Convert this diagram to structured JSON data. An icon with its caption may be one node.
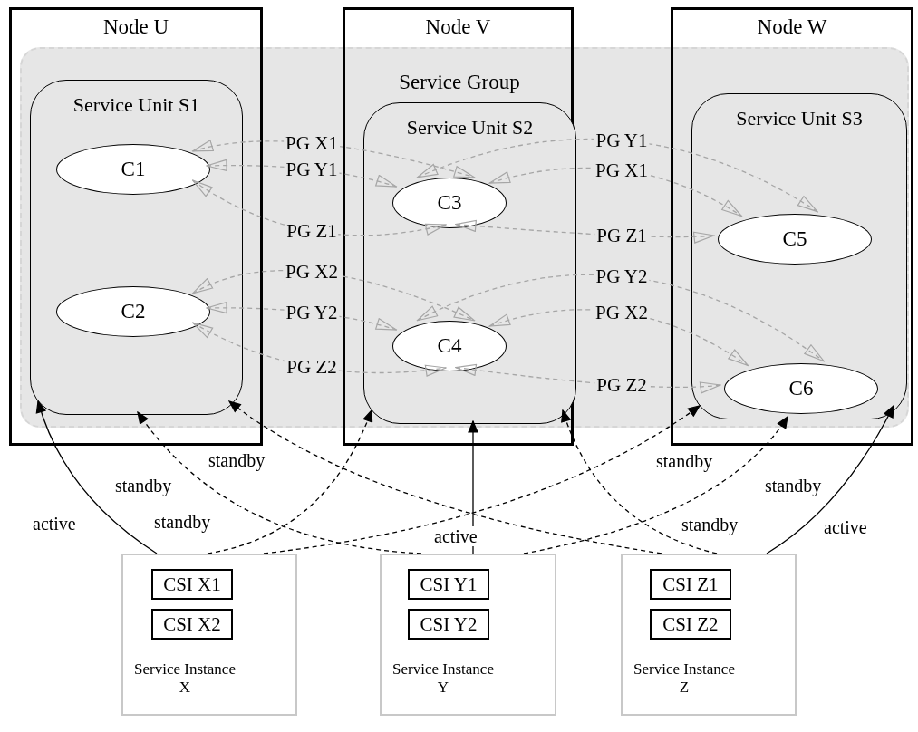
{
  "diagram": {
    "nodes": [
      {
        "text": [
          "Node U"
        ]
      },
      {
        "text": [
          "Node V"
        ]
      },
      {
        "text": [
          "Node W"
        ]
      },
      {
        "text": [
          "Service Unit S1"
        ],
        "in": 0
      },
      {
        "text": [
          "Service Unit S2"
        ],
        "in": 1
      },
      {
        "text": [
          "Service Unit S3"
        ],
        "in": 2
      },
      {
        "text": [
          "C1"
        ],
        "in": 3
      },
      {
        "text": [
          "C2"
        ],
        "in": 3
      },
      {
        "text": [
          "C3"
        ],
        "in": 4
      },
      {
        "text": [
          "C4"
        ],
        "in": 4
      },
      {
        "text": [
          "C5"
        ],
        "in": 5
      },
      {
        "text": [
          "C6"
        ],
        "in": 5
      },
      {
        "text": [
          "Service Instance X"
        ]
      },
      {
        "text": [
          "CSI X1"
        ],
        "in": 12
      },
      {
        "text": [
          "CSI X2"
        ],
        "in": 12
      },
      {
        "text": [
          "Service Instance Y"
        ]
      },
      {
        "text": [
          "CSI Y1"
        ],
        "in": 15
      },
      {
        "text": [
          "CSI Y2"
        ],
        "in": 15
      },
      {
        "text": [
          "Service Instance Z"
        ]
      },
      {
        "text": [
          "CSI Z1"
        ],
        "in": 18
      },
      {
        "text": [
          "CSI Z2"
        ],
        "in": 18
      }
    ],
    "edges": [
      {
        "from": 6,
        "to": 8,
        "arrow": "both",
        "label": "PG X1",
        "style": "dashed"
      },
      {
        "from": 6,
        "to": 8,
        "arrow": "both",
        "label": "PG Y1",
        "style": "dashed"
      },
      {
        "from": 6,
        "to": 8,
        "arrow": "both",
        "label": "PG Z1",
        "style": "dashed"
      },
      {
        "from": 8,
        "to": 10,
        "arrow": "both",
        "label": "PG Y1",
        "style": "dashed"
      },
      {
        "from": 8,
        "to": 10,
        "arrow": "both",
        "label": "PG X1",
        "style": "dashed"
      },
      {
        "from": 8,
        "to": 10,
        "arrow": "both",
        "label": "PG Z1",
        "style": "dashed"
      },
      {
        "from": 7,
        "to": 9,
        "arrow": "both",
        "label": "PG X2",
        "style": "dashed"
      },
      {
        "from": 7,
        "to": 9,
        "arrow": "both",
        "label": "PG Y2",
        "style": "dashed"
      },
      {
        "from": 7,
        "to": 9,
        "arrow": "both",
        "label": "PG Z2",
        "style": "dashed"
      },
      {
        "from": 9,
        "to": 11,
        "arrow": "both",
        "label": "PG Y2",
        "style": "dashed"
      },
      {
        "from": 9,
        "to": 11,
        "arrow": "both",
        "label": "PG X2",
        "style": "dashed"
      },
      {
        "from": 9,
        "to": 11,
        "arrow": "both",
        "label": "PG Z2",
        "style": "dashed"
      },
      {
        "from": 12,
        "to": 3,
        "arrow": "to",
        "label": "active",
        "color": "#000000"
      },
      {
        "from": 12,
        "to": 4,
        "arrow": "to",
        "label": "standby",
        "style": "dashed",
        "color": "#000000"
      },
      {
        "from": 12,
        "to": 5,
        "arrow": "to",
        "label": "standby",
        "style": "dashed",
        "color": "#000000"
      },
      {
        "from": 15,
        "to": 3,
        "arrow": "to",
        "label": "standby",
        "style": "dashed",
        "color": "#000000"
      },
      {
        "from": 15,
        "to": 4,
        "arrow": "to",
        "label": "active",
        "color": "#000000"
      },
      {
        "from": 15,
        "to": 5,
        "arrow": "to",
        "label": "standby",
        "style": "dashed",
        "color": "#000000"
      },
      {
        "from": 18,
        "to": 3,
        "arrow": "to",
        "label": "standby",
        "style": "dashed",
        "color": "#000000"
      },
      {
        "from": 18,
        "to": 4,
        "arrow": "to",
        "label": "standby",
        "style": "dashed",
        "color": "#000000"
      },
      {
        "from": 18,
        "to": 5,
        "arrow": "to",
        "label": "active",
        "color": "#000000"
      }
    ],
    "labels": [
      "Service Group"
    ]
  }
}
